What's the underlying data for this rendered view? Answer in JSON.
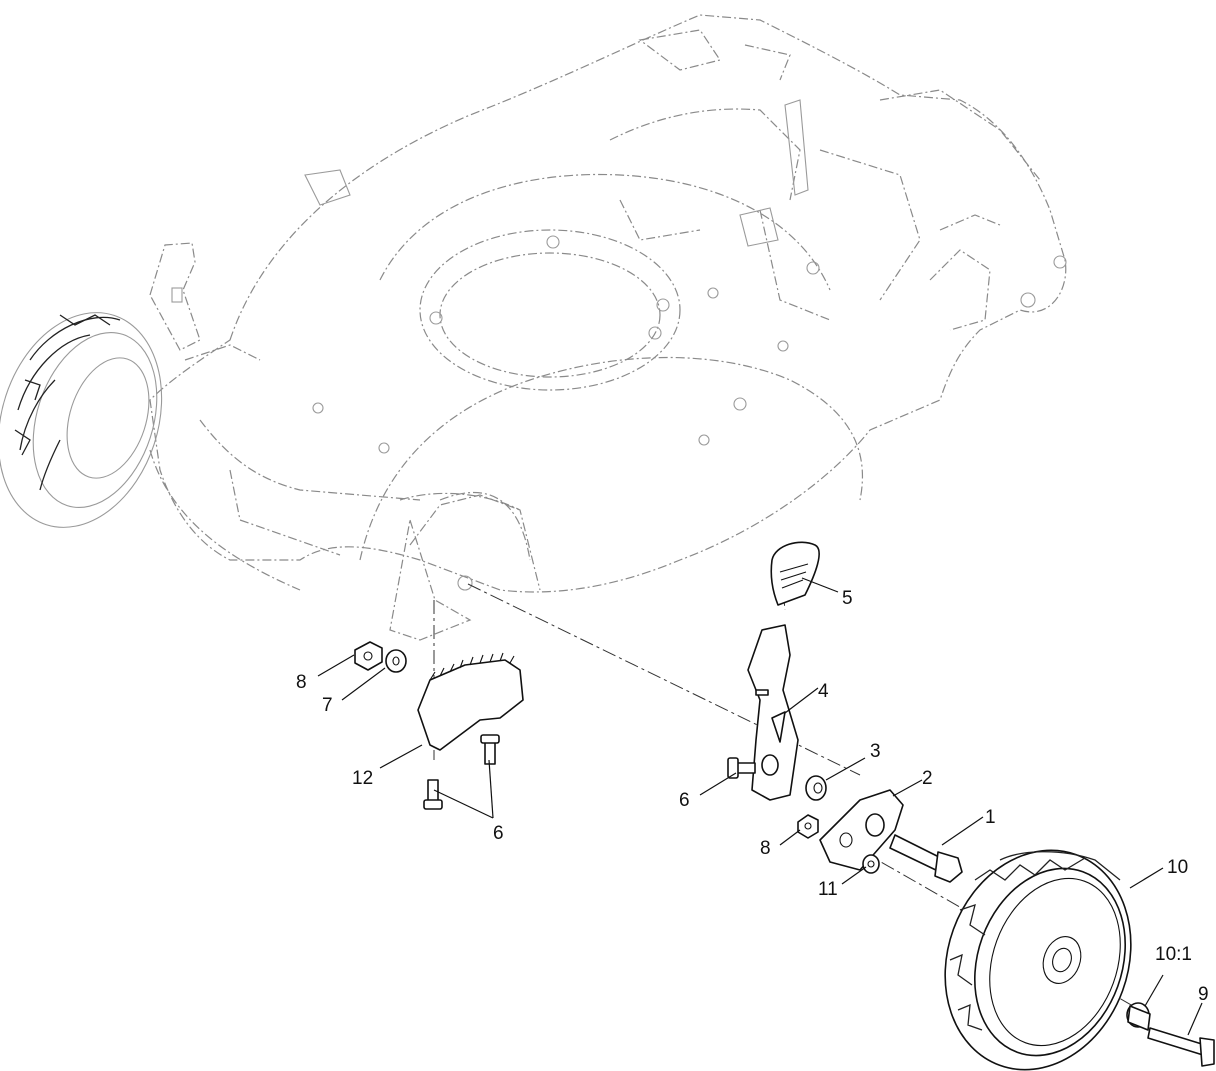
{
  "callouts": [
    {
      "id": "c1",
      "label": "1"
    },
    {
      "id": "c2",
      "label": "2"
    },
    {
      "id": "c3",
      "label": "3"
    },
    {
      "id": "c4",
      "label": "4"
    },
    {
      "id": "c5",
      "label": "5"
    },
    {
      "id": "c6a",
      "label": "6"
    },
    {
      "id": "c6b",
      "label": "6"
    },
    {
      "id": "c7",
      "label": "7"
    },
    {
      "id": "c8a",
      "label": "8"
    },
    {
      "id": "c8b",
      "label": "8"
    },
    {
      "id": "c9",
      "label": "9"
    },
    {
      "id": "c10",
      "label": "10"
    },
    {
      "id": "c10_1",
      "label": "10:1"
    },
    {
      "id": "c11",
      "label": "11"
    },
    {
      "id": "c12",
      "label": "12"
    }
  ]
}
